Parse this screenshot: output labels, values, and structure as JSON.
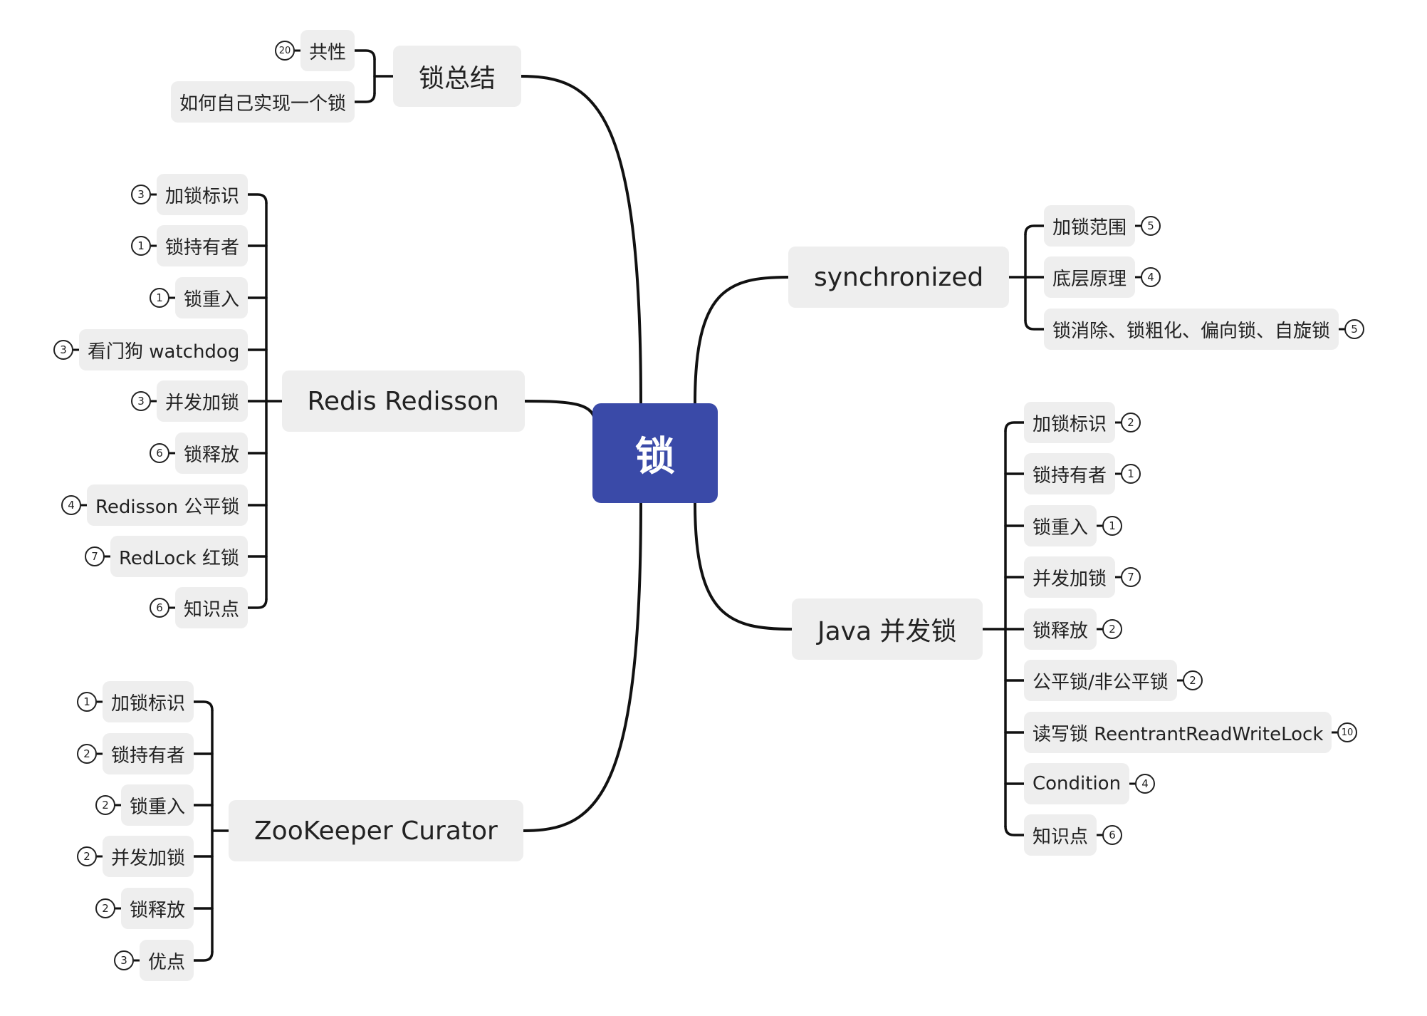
{
  "root": {
    "label": "锁"
  },
  "branches": [
    {
      "id": "summary",
      "label": "锁总结",
      "side": "left",
      "children": [
        {
          "label": "共性",
          "count": "20"
        },
        {
          "label": "如何自己实现一个锁",
          "count": ""
        }
      ]
    },
    {
      "id": "redis",
      "label": "Redis Redisson",
      "side": "left",
      "children": [
        {
          "label": "加锁标识",
          "count": "3"
        },
        {
          "label": "锁持有者",
          "count": "1"
        },
        {
          "label": "锁重入",
          "count": "1"
        },
        {
          "label": "看门狗 watchdog",
          "count": "3"
        },
        {
          "label": "并发加锁",
          "count": "3"
        },
        {
          "label": "锁释放",
          "count": "6"
        },
        {
          "label": "Redisson 公平锁",
          "count": "4"
        },
        {
          "label": "RedLock 红锁",
          "count": "7"
        },
        {
          "label": "知识点",
          "count": "6"
        }
      ]
    },
    {
      "id": "zookeeper",
      "label": "ZooKeeper Curator",
      "side": "left",
      "children": [
        {
          "label": "加锁标识",
          "count": "1"
        },
        {
          "label": "锁持有者",
          "count": "2"
        },
        {
          "label": "锁重入",
          "count": "2"
        },
        {
          "label": "并发加锁",
          "count": "2"
        },
        {
          "label": "锁释放",
          "count": "2"
        },
        {
          "label": "优点",
          "count": "3"
        }
      ]
    },
    {
      "id": "synchronized",
      "label": "synchronized",
      "side": "right",
      "children": [
        {
          "label": "加锁范围",
          "count": "5"
        },
        {
          "label": "底层原理",
          "count": "4"
        },
        {
          "label": "锁消除、锁粗化、偏向锁、自旋锁",
          "count": "5"
        }
      ]
    },
    {
      "id": "java",
      "label": "Java 并发锁",
      "side": "right",
      "children": [
        {
          "label": "加锁标识",
          "count": "2"
        },
        {
          "label": "锁持有者",
          "count": "1"
        },
        {
          "label": "锁重入",
          "count": "1"
        },
        {
          "label": "并发加锁",
          "count": "7"
        },
        {
          "label": "锁释放",
          "count": "2"
        },
        {
          "label": "公平锁/非公平锁",
          "count": "2"
        },
        {
          "label": "读写锁 ReentrantReadWriteLock",
          "count": "10"
        },
        {
          "label": "Condition",
          "count": "4"
        },
        {
          "label": "知识点",
          "count": "6"
        }
      ]
    }
  ],
  "colors": {
    "root": "#3a4aa8",
    "node": "#eeeeee",
    "line": "#111111"
  }
}
